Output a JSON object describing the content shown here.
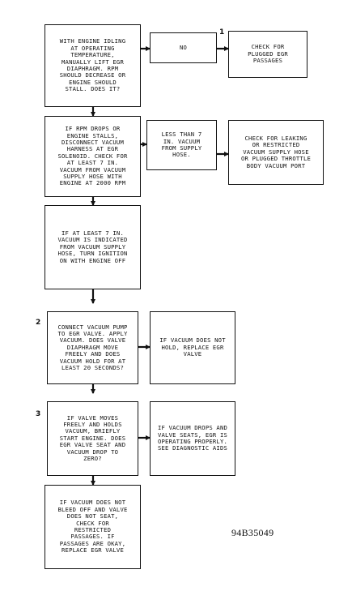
{
  "boxes": {
    "q1": "WITH ENGINE IDLING\nAT OPERATING\nTEMPERATURE,\nMANUALLY LIFT EGR\nDIAPHRAGM. RPM\nSHOULD DECREASE OR\nENGINE SHOULD\nSTALL. DOES IT?",
    "no1": "NO",
    "check1": "CHECK FOR\nPLUGGED EGR\nPASSAGES",
    "q2": "IF RPM DROPS OR\nENGINE STALLS,\nDISCONNECT VACUUM\nHARNESS AT EGR\nSOLENOID. CHECK FOR\nAT LEAST 7 IN.\nVACUUM FROM VACUUM\nSUPPLY HOSE WITH\nENGINE AT 2000 RPM",
    "less2": "LESS THAN 7\nIN. VACUUM\nFROM SUPPLY\nHOSE.",
    "check2": "CHECK FOR LEAKING\nOR RESTRICTED\nVACUUM SUPPLY HOSE\nOR PLUGGED THROTTLE\nBODY VACUUM PORT",
    "q3": "IF AT LEAST 7 IN.\nVACUUM IS INDICATED\nFROM VACUUM SUPPLY\nHOSE, TURN IGNITION\nON WITH ENGINE OFF",
    "q4": "CONNECT VACUUM PUMP\nTO EGR VALVE. APPLY\nVACUUM. DOES VALVE\nDIAPHRAGM MOVE\nFREELY AND DOES\nVACUUM HOLD FOR AT\nLEAST 20 SECONDS?",
    "r4": "IF VACUUM DOES NOT\nHOLD, REPLACE EGR\nVALVE",
    "q5": "IF VALVE MOVES\nFREELY AND HOLDS\nVACUUM, BRIEFLY\nSTART ENGINE. DOES\nEGR VALVE SEAT AND\nVACUUM DROP TO\nZERO?",
    "r5": "IF VACUUM DROPS AND\nVALVE SEATS, EGR IS\nOPERATING PROPERLY.\nSEE DIAGNOSTIC AIDS",
    "q6": "IF VACUUM DOES NOT\nBLEED OFF AND VALVE\nDOES NOT SEAT,\nCHECK FOR\nRESTRICTED\nPASSAGES. IF\nPASSAGES ARE OKAY,\nREPLACE EGR VALVE"
  },
  "step_numbers": {
    "s1": "1",
    "s2": "2",
    "s3": "3"
  },
  "document_id": "94B35049"
}
